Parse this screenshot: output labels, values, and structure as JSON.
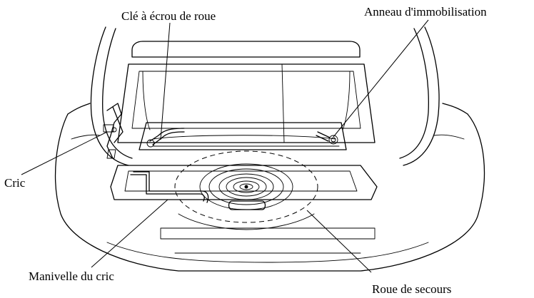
{
  "labels": {
    "wrench": "Clé à écrou de roue",
    "tow_eye": "Anneau d'immobilisation",
    "jack": "Cric",
    "jack_handle": "Manivelle du cric",
    "spare_tire": "Roue de secours"
  }
}
